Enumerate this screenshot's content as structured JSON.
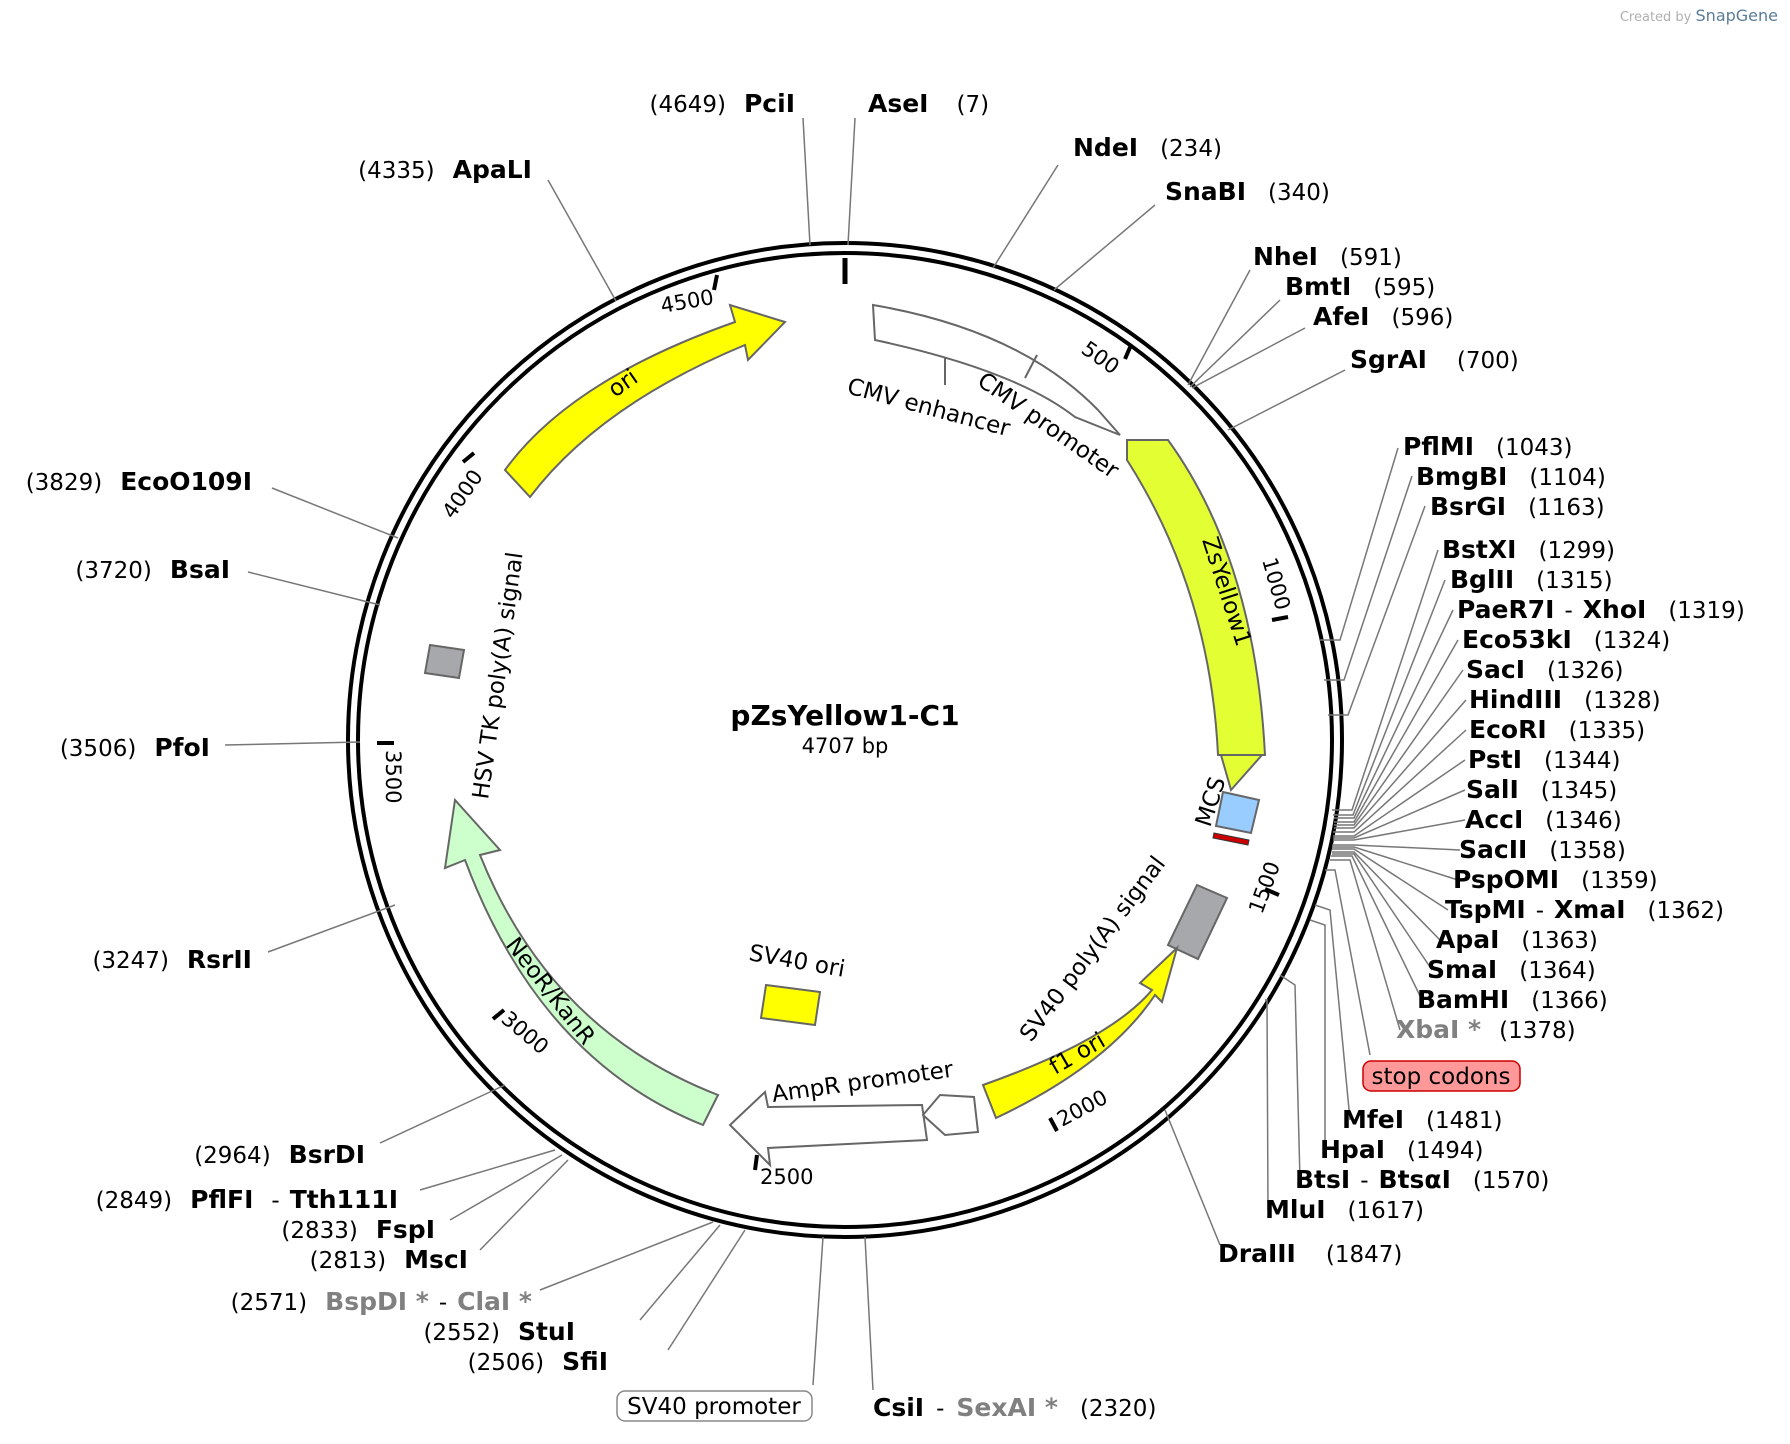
{
  "credit": {
    "prefix": "Created by",
    "brand": "SnapGene"
  },
  "plasmid": {
    "name": "pZsYellow1-C1",
    "size": "4707 bp",
    "length": 4707
  },
  "ticks": [
    "500",
    "1000",
    "1500",
    "2000",
    "2500",
    "3000",
    "3500",
    "4000",
    "4500"
  ],
  "sites": [
    {
      "name": "AseI",
      "pos": "(7)"
    },
    {
      "name": "NdeI",
      "pos": "(234)"
    },
    {
      "name": "SnaBI",
      "pos": "(340)"
    },
    {
      "name": "NheI",
      "pos": "(591)"
    },
    {
      "name": "BmtI",
      "pos": "(595)"
    },
    {
      "name": "AfeI",
      "pos": "(596)"
    },
    {
      "name": "SgrAI",
      "pos": "(700)"
    },
    {
      "name": "PflMI",
      "pos": "(1043)"
    },
    {
      "name": "BmgBI",
      "pos": "(1104)"
    },
    {
      "name": "BsrGI",
      "pos": "(1163)"
    },
    {
      "name": "BstXI",
      "pos": "(1299)"
    },
    {
      "name": "BglII",
      "pos": "(1315)"
    },
    {
      "name": "PaeR7I",
      "name2": "XhoI",
      "pos": "(1319)"
    },
    {
      "name": "Eco53kI",
      "pos": "(1324)"
    },
    {
      "name": "SacI",
      "pos": "(1326)"
    },
    {
      "name": "HindIII",
      "pos": "(1328)"
    },
    {
      "name": "EcoRI",
      "pos": "(1335)"
    },
    {
      "name": "PstI",
      "pos": "(1344)"
    },
    {
      "name": "SalI",
      "pos": "(1345)"
    },
    {
      "name": "AccI",
      "pos": "(1346)"
    },
    {
      "name": "SacII",
      "pos": "(1358)"
    },
    {
      "name": "PspOMI",
      "pos": "(1359)"
    },
    {
      "name": "TspMI",
      "name2": "XmaI",
      "pos": "(1362)"
    },
    {
      "name": "ApaI",
      "pos": "(1363)"
    },
    {
      "name": "SmaI",
      "pos": "(1364)"
    },
    {
      "name": "BamHI",
      "pos": "(1366)"
    },
    {
      "name": "XbaI *",
      "pos": "(1378)",
      "dim": true
    },
    {
      "name": "MfeI",
      "pos": "(1481)"
    },
    {
      "name": "HpaI",
      "pos": "(1494)"
    },
    {
      "name": "BtsI",
      "name2": "BtsαI",
      "pos": "(1570)"
    },
    {
      "name": "MluI",
      "pos": "(1617)"
    },
    {
      "name": "DraIII",
      "pos": "(1847)"
    },
    {
      "name": "CsiI",
      "name2": "SexAI *",
      "pos": "(2320)",
      "dim2": true
    },
    {
      "name": "SfiI",
      "pos": "(2506)"
    },
    {
      "name": "StuI",
      "pos": "(2552)"
    },
    {
      "name": "BspDI *",
      "name2": "ClaI *",
      "pos": "(2571)",
      "dim": true,
      "dim2": true
    },
    {
      "name": "MscI",
      "pos": "(2813)"
    },
    {
      "name": "FspI",
      "pos": "(2833)"
    },
    {
      "name": "PflFI",
      "name2": "Tth111I",
      "pos": "(2849)"
    },
    {
      "name": "BsrDI",
      "pos": "(2964)"
    },
    {
      "name": "RsrII",
      "pos": "(3247)"
    },
    {
      "name": "PfoI",
      "pos": "(3506)"
    },
    {
      "name": "BsaI",
      "pos": "(3720)"
    },
    {
      "name": "EcoO109I",
      "pos": "(3829)"
    },
    {
      "name": "ApaLI",
      "pos": "(4335)"
    },
    {
      "name": "PciI",
      "pos": "(4649)"
    }
  ],
  "features": {
    "cmv_enhancer": "CMV enhancer",
    "cmv_promoter": "CMV promoter",
    "zsyellow1": "ZsYellow1",
    "mcs": "MCS",
    "sv40_polya": "SV40 poly(A) signal",
    "f1_ori": "f1 ori",
    "ampr_promoter": "AmpR promoter",
    "sv40_ori": "SV40 ori",
    "neor": "NeoR/KanR",
    "hsv_tk": "HSV TK poly(A) signal",
    "ori": "ori",
    "sv40_promoter": "SV40 promoter",
    "stop_codons": "stop codons"
  },
  "colors": {
    "ori": "#ffff00",
    "zsyellow1": "#e3ff33",
    "neor": "#ccffcc",
    "mcs": "#99ccff",
    "stop": "#cc0000",
    "polya": "#a6a8ab",
    "f1": "#ffff00",
    "sv40ori": "#ffff00",
    "promoter": "#ffffff",
    "badge_fill": "#ff9999",
    "badge_stroke": "#cc0000"
  }
}
